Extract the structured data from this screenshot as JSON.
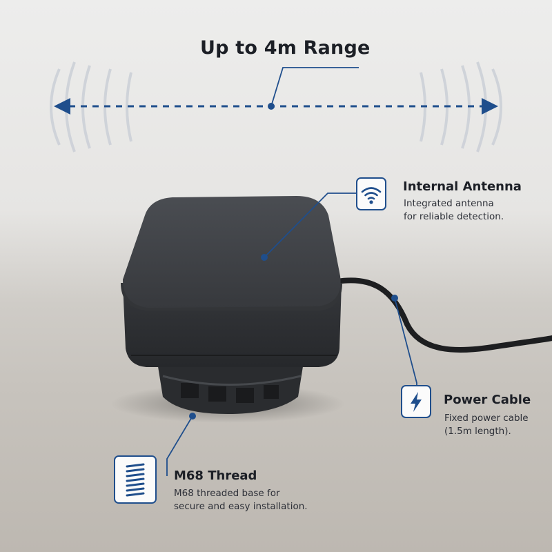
{
  "headline": "Up to 4m Range",
  "features": [
    {
      "title": "Internal Antenna",
      "desc_lines": [
        "Integrated antenna",
        "for reliable detection."
      ],
      "icon": "wifi-icon"
    },
    {
      "title": "Power Cable",
      "desc_lines": [
        "Fixed power cable",
        "(1.5m length)."
      ],
      "icon": "lightning-bolt-icon"
    },
    {
      "title": "M68 Thread",
      "desc_lines": [
        "M68 threaded base for",
        "secure and easy installation."
      ],
      "icon": "thread-coil-icon"
    }
  ],
  "colors": {
    "accent": "#1f4e8c",
    "device": "#3a3d41",
    "text": "#1c1f26"
  }
}
